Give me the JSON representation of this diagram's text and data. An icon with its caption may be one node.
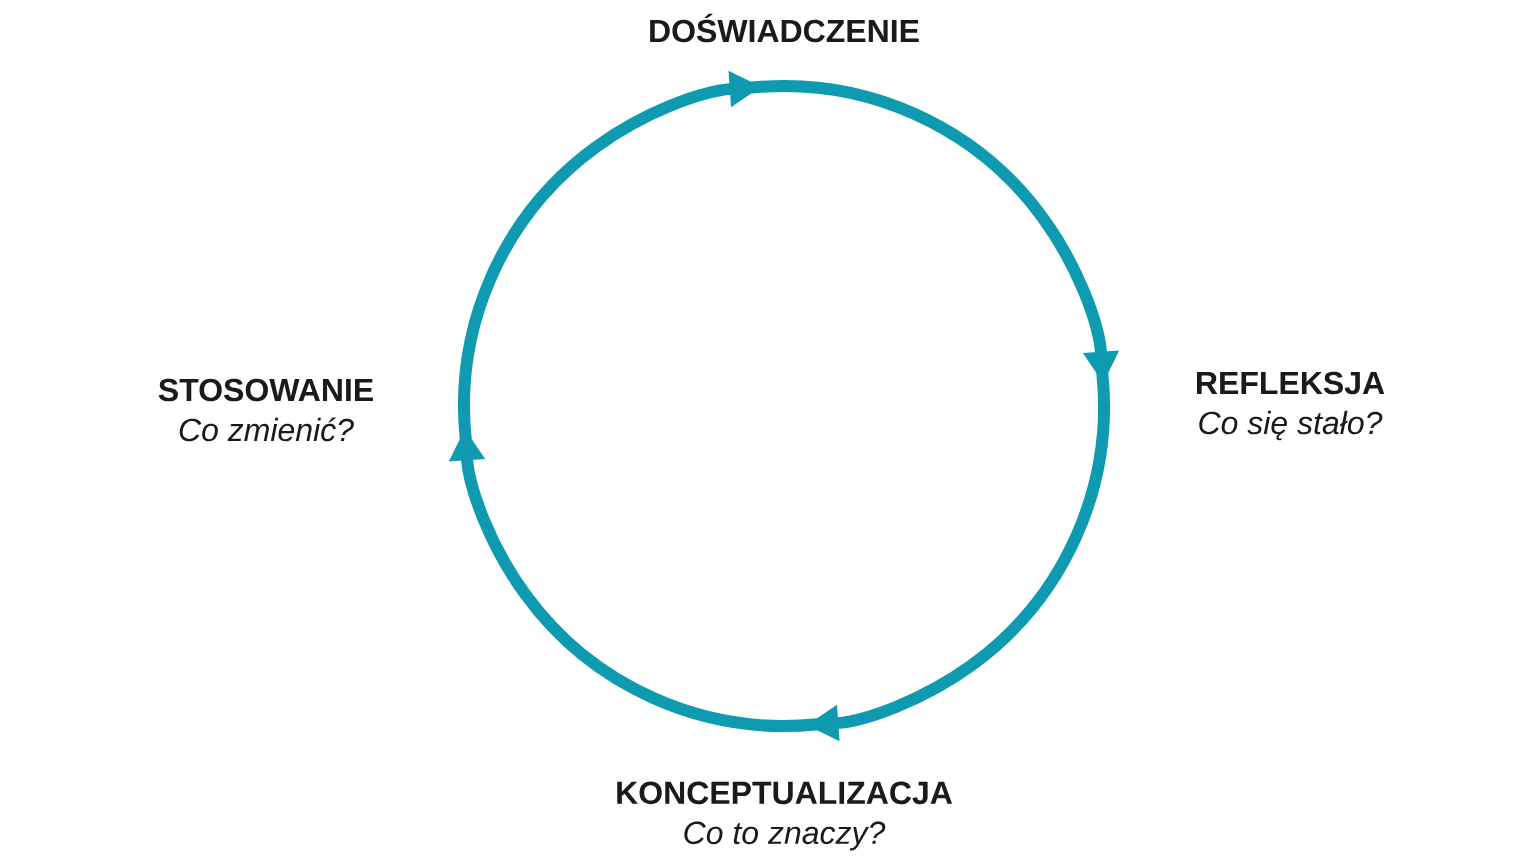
{
  "diagram": {
    "nodes": [
      {
        "text": [
          "DOŚWIADCZENIE"
        ]
      },
      {
        "text": [
          "REFLEKSJA",
          "Co się stało?"
        ]
      },
      {
        "text": [
          "KONCEPTUALIZACJA",
          "Co to znaczy?"
        ]
      },
      {
        "text": [
          "STOSOWANIE",
          "Co zmienić?"
        ]
      }
    ],
    "edges": [
      {
        "from": 0,
        "to": 1,
        "arrow": "to"
      },
      {
        "from": 1,
        "to": 2,
        "arrow": "to"
      },
      {
        "from": 2,
        "to": 3,
        "arrow": "to"
      },
      {
        "from": 3,
        "to": 0,
        "arrow": "to"
      }
    ]
  }
}
